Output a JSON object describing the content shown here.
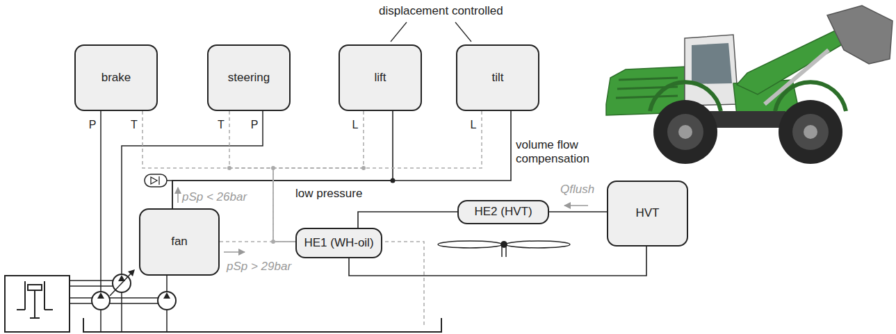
{
  "diagram": {
    "nodes": [
      {
        "text": [
          "brake"
        ]
      },
      {
        "text": [
          "steering"
        ]
      },
      {
        "text": [
          "lift"
        ]
      },
      {
        "text": [
          "tilt"
        ]
      },
      {
        "text": [
          "HVT"
        ]
      },
      {
        "text": [
          "HE2 (HVT)"
        ]
      },
      {
        "text": [
          "fan"
        ]
      },
      {
        "text": [
          "HE1 (WH-oil)"
        ]
      }
    ],
    "edges": [
      {
        "from": 6,
        "to": 2,
        "arrow": "none"
      },
      {
        "from": 6,
        "to": 3,
        "arrow": "none"
      },
      {
        "from": 6,
        "to": 7,
        "arrow": "none"
      },
      {
        "from": 0,
        "to": 7,
        "arrow": "none"
      },
      {
        "from": 1,
        "to": 7,
        "arrow": "none"
      },
      {
        "from": 2,
        "to": 7,
        "arrow": "none"
      },
      {
        "from": 3,
        "to": 7,
        "arrow": "none"
      },
      {
        "from": 5,
        "to": 7,
        "arrow": "none"
      },
      {
        "from": 4,
        "to": 5,
        "arrow": "none"
      },
      {
        "from": 4,
        "to": 7,
        "arrow": "none"
      }
    ],
    "labels": [
      "displacement controlled",
      "P",
      "T",
      "T",
      "P",
      "L",
      "L",
      "volume flow compensation",
      "pSp < 26bar",
      "low pressure",
      "Qflush",
      "pSp > 29bar"
    ]
  }
}
